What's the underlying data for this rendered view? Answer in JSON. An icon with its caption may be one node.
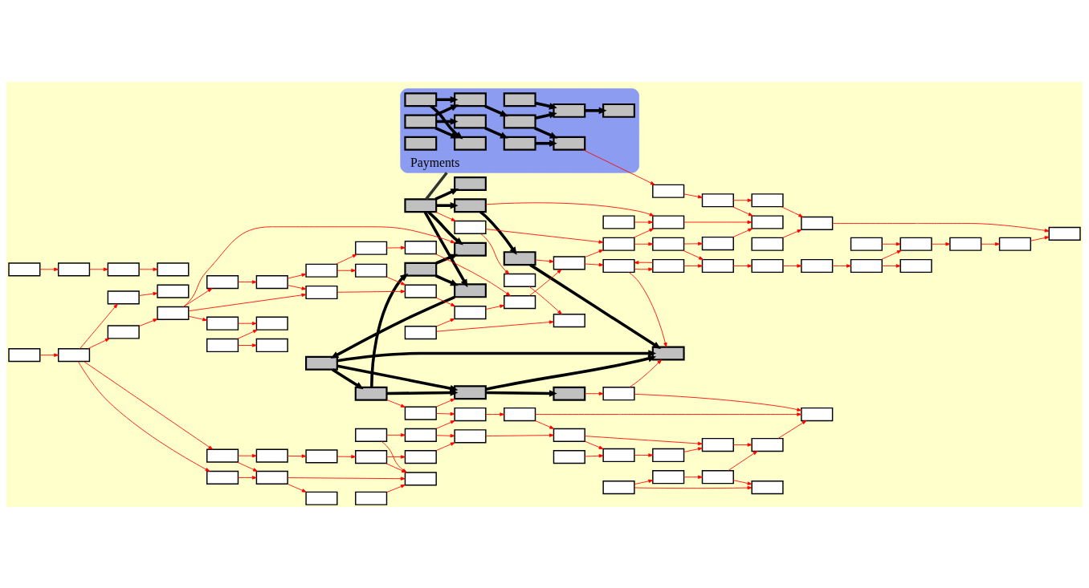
{
  "diagram": {
    "nodes": [
      {
        "text": [
          "Payments"
        ]
      },
      {
        "text": [],
        "shape": "box",
        "in": 0
      },
      {
        "text": [],
        "shape": "box",
        "in": 0
      },
      {
        "text": [],
        "shape": "box",
        "in": 0
      },
      {
        "text": [],
        "shape": "box",
        "in": 0
      },
      {
        "text": [],
        "shape": "box",
        "in": 0
      },
      {
        "text": [],
        "shape": "box",
        "in": 0
      },
      {
        "text": [],
        "shape": "box",
        "in": 0
      },
      {
        "text": [],
        "shape": "box",
        "in": 0
      },
      {
        "text": [],
        "shape": "box",
        "in": 0
      },
      {
        "text": [],
        "shape": "box",
        "in": 0
      },
      {
        "text": [],
        "shape": "box",
        "in": 0
      },
      {
        "text": [],
        "shape": "box",
        "in": 0
      },
      {
        "text": [],
        "shape": "box"
      },
      {
        "text": [],
        "shape": "box"
      },
      {
        "text": [],
        "shape": "box"
      },
      {
        "text": [],
        "shape": "box"
      },
      {
        "text": [],
        "shape": "box"
      },
      {
        "text": [],
        "shape": "box"
      },
      {
        "text": [],
        "shape": "box"
      },
      {
        "text": [],
        "shape": "box"
      },
      {
        "text": [],
        "shape": "box"
      },
      {
        "text": [],
        "shape": "box"
      },
      {
        "text": [],
        "shape": "box"
      },
      {
        "text": [],
        "shape": "box"
      },
      {
        "text": [],
        "shape": "box"
      },
      {
        "text": [],
        "shape": "box"
      },
      {
        "text": [],
        "shape": "box"
      },
      {
        "text": [],
        "shape": "box"
      },
      {
        "text": [],
        "shape": "box"
      },
      {
        "text": [],
        "shape": "box"
      },
      {
        "text": [],
        "shape": "box"
      },
      {
        "text": [],
        "shape": "box"
      },
      {
        "text": [],
        "shape": "box"
      },
      {
        "text": [],
        "shape": "box"
      },
      {
        "text": [],
        "shape": "box"
      },
      {
        "text": [],
        "shape": "box"
      },
      {
        "text": [],
        "shape": "box"
      },
      {
        "text": [],
        "shape": "box"
      },
      {
        "text": [],
        "shape": "box"
      },
      {
        "text": [],
        "shape": "box"
      },
      {
        "text": [],
        "shape": "box"
      },
      {
        "text": [],
        "shape": "box"
      },
      {
        "text": [],
        "shape": "box"
      },
      {
        "text": [],
        "shape": "box"
      },
      {
        "text": [],
        "shape": "box"
      },
      {
        "text": [],
        "shape": "box"
      },
      {
        "text": [],
        "shape": "box"
      },
      {
        "text": [],
        "shape": "box"
      },
      {
        "text": [],
        "shape": "box"
      },
      {
        "text": [],
        "shape": "box"
      },
      {
        "text": [],
        "shape": "box"
      },
      {
        "text": [],
        "shape": "box"
      },
      {
        "text": [],
        "shape": "box"
      },
      {
        "text": [],
        "shape": "box"
      },
      {
        "text": [],
        "shape": "box"
      },
      {
        "text": [],
        "shape": "box"
      },
      {
        "text": [],
        "shape": "box"
      },
      {
        "text": [],
        "shape": "box"
      },
      {
        "text": [],
        "shape": "box"
      },
      {
        "text": [],
        "shape": "box"
      },
      {
        "text": [],
        "shape": "box"
      },
      {
        "text": [],
        "shape": "box"
      },
      {
        "text": [],
        "shape": "box"
      },
      {
        "text": [],
        "shape": "box"
      },
      {
        "text": [],
        "shape": "box"
      },
      {
        "text": [],
        "shape": "box"
      },
      {
        "text": [],
        "shape": "box"
      },
      {
        "text": [],
        "shape": "box"
      },
      {
        "text": [],
        "shape": "box"
      },
      {
        "text": [],
        "shape": "box"
      },
      {
        "text": [],
        "shape": "box"
      },
      {
        "text": [],
        "shape": "box"
      },
      {
        "text": [],
        "shape": "box"
      },
      {
        "text": [],
        "shape": "box"
      },
      {
        "text": [],
        "shape": "box"
      },
      {
        "text": [],
        "shape": "box"
      },
      {
        "text": [],
        "shape": "box"
      },
      {
        "text": [],
        "shape": "box"
      },
      {
        "text": [],
        "shape": "box"
      },
      {
        "text": [],
        "shape": "box"
      },
      {
        "text": [],
        "shape": "box"
      },
      {
        "text": [],
        "shape": "box"
      },
      {
        "text": [],
        "shape": "box"
      },
      {
        "text": [],
        "shape": "box"
      },
      {
        "text": [],
        "shape": "box"
      },
      {
        "text": [],
        "shape": "box"
      },
      {
        "text": [],
        "shape": "box"
      },
      {
        "text": [],
        "shape": "box"
      },
      {
        "text": [],
        "shape": "box"
      },
      {
        "text": [],
        "shape": "box"
      },
      {
        "text": [],
        "shape": "box"
      },
      {
        "text": [],
        "shape": "box"
      },
      {
        "text": [],
        "shape": "box"
      },
      {
        "text": [],
        "shape": "box"
      },
      {
        "text": [],
        "shape": "box"
      },
      {
        "text": [],
        "shape": "box"
      },
      {
        "text": [],
        "shape": "box"
      },
      {
        "text": [],
        "shape": "box"
      },
      {
        "text": [],
        "shape": "box"
      },
      {
        "text": [],
        "shape": "box"
      },
      {
        "text": [],
        "shape": "box"
      },
      {
        "text": [],
        "shape": "box"
      },
      {
        "text": [],
        "shape": "box"
      },
      {
        "text": [],
        "shape": "box"
      }
    ],
    "edges": [
      {
        "from": 2,
        "to": 1,
        "arrow": "to",
        "style": "thick",
        "color": "#000000"
      },
      {
        "from": 3,
        "to": 1,
        "arrow": "to",
        "style": "thick",
        "color": "#000000"
      },
      {
        "from": 2,
        "to": 4,
        "arrow": "to",
        "style": "thick",
        "color": "#000000"
      },
      {
        "from": 3,
        "to": 4,
        "arrow": "to",
        "style": "thick",
        "color": "#000000"
      },
      {
        "from": 2,
        "to": 5,
        "arrow": "to",
        "style": "thick",
        "color": "#000000"
      },
      {
        "from": 4,
        "to": 8,
        "arrow": "to",
        "style": "thick",
        "color": "#000000"
      },
      {
        "from": 5,
        "to": 9,
        "arrow": "to",
        "style": "thick",
        "color": "#000000"
      },
      {
        "from": 7,
        "to": 10,
        "arrow": "to",
        "style": "thick",
        "color": "#000000"
      },
      {
        "from": 8,
        "to": 10,
        "arrow": "to",
        "style": "thick",
        "color": "#000000"
      },
      {
        "from": 10,
        "to": 11,
        "arrow": "to",
        "style": "thick",
        "color": "#000000"
      },
      {
        "from": 8,
        "to": 12,
        "arrow": "to",
        "style": "thick",
        "color": "#000000"
      },
      {
        "from": 9,
        "to": 12,
        "arrow": "to",
        "style": "thick",
        "color": "#000000"
      },
      {
        "from": 14,
        "to": 13,
        "arrow": "to",
        "style": "thick",
        "color": "#000000"
      },
      {
        "from": 15,
        "to": 13,
        "arrow": "to",
        "style": "thick",
        "color": "#000000"
      },
      {
        "from": 15,
        "to": 16,
        "arrow": "to",
        "style": "thick",
        "color": "#000000"
      },
      {
        "from": 14,
        "to": 16,
        "arrow": "to",
        "style": "thick",
        "color": "#000000"
      },
      {
        "from": 14,
        "to": 17,
        "arrow": "to",
        "style": "thick",
        "color": "#000000"
      },
      {
        "from": 14,
        "to": 18,
        "arrow": "to",
        "style": "thick",
        "color": "#000000"
      },
      {
        "from": 16,
        "to": 20,
        "arrow": "to",
        "style": "thick",
        "color": "#000000"
      },
      {
        "from": 20,
        "to": 19,
        "arrow": "to",
        "style": "thick",
        "color": "#000000"
      },
      {
        "from": 19,
        "to": 15,
        "arrow": "to",
        "style": "thick",
        "color": "#000000"
      },
      {
        "from": 20,
        "to": 22,
        "arrow": "to",
        "style": "thick",
        "color": "#000000"
      },
      {
        "from": 19,
        "to": 22,
        "arrow": "to",
        "style": "thick",
        "color": "#000000"
      },
      {
        "from": 22,
        "to": 23,
        "arrow": "to",
        "style": "thick",
        "color": "#000000"
      },
      {
        "from": 22,
        "to": 24,
        "arrow": "to",
        "style": "thick",
        "color": "#000000"
      },
      {
        "from": 20,
        "to": 24,
        "arrow": "to",
        "style": "thick",
        "color": "#000000"
      },
      {
        "from": 17,
        "to": 21,
        "arrow": "to",
        "style": "thick",
        "color": "#000000"
      },
      {
        "from": 21,
        "to": 24,
        "arrow": "to",
        "style": "thick",
        "color": "#000000"
      },
      {
        "from": 14,
        "to": 0,
        "arrow": "none",
        "style": "thick",
        "color": "#333333"
      },
      {
        "from": 26,
        "to": 27,
        "arrow": "to"
      },
      {
        "from": 27,
        "to": 30,
        "arrow": "to"
      },
      {
        "from": 27,
        "to": 36,
        "arrow": "to"
      },
      {
        "from": 27,
        "to": 32,
        "arrow": "to"
      },
      {
        "from": 32,
        "to": 43,
        "arrow": "to"
      },
      {
        "from": 43,
        "to": 45,
        "arrow": "to"
      },
      {
        "from": 43,
        "to": 50,
        "arrow": "to"
      },
      {
        "from": 36,
        "to": 43,
        "arrow": "to"
      },
      {
        "from": 27,
        "to": 37,
        "arrow": "to"
      },
      {
        "from": 30,
        "to": 38,
        "arrow": "to"
      },
      {
        "from": 25,
        "to": 29,
        "arrow": "to"
      },
      {
        "from": 38,
        "to": 25,
        "arrow": "to"
      },
      {
        "from": 29,
        "to": 39,
        "arrow": "to"
      },
      {
        "from": 38,
        "to": 39,
        "arrow": "to"
      },
      {
        "from": 28,
        "to": 33,
        "arrow": "to"
      },
      {
        "from": 33,
        "to": 40,
        "arrow": "to"
      },
      {
        "from": 28,
        "to": 31,
        "arrow": "to"
      },
      {
        "from": 29,
        "to": 28,
        "arrow": "to"
      },
      {
        "from": 39,
        "to": 40,
        "arrow": "to"
      },
      {
        "from": 40,
        "to": 41,
        "arrow": "to"
      },
      {
        "from": 34,
        "to": 41,
        "arrow": "to"
      },
      {
        "from": 31,
        "to": 35,
        "arrow": "to"
      },
      {
        "from": 38,
        "to": 13,
        "arrow": "to"
      },
      {
        "from": 44,
        "to": 58,
        "arrow": "to"
      },
      {
        "from": 38,
        "to": 44,
        "arrow": "to"
      },
      {
        "from": 36,
        "to": 46,
        "arrow": "to"
      },
      {
        "from": 46,
        "to": 51,
        "arrow": "to"
      },
      {
        "from": 37,
        "to": 47,
        "arrow": "to"
      },
      {
        "from": 51,
        "to": 57,
        "arrow": "to"
      },
      {
        "from": 56,
        "to": 50,
        "arrow": "to"
      },
      {
        "from": 57,
        "to": 50,
        "arrow": "to"
      },
      {
        "from": 64,
        "to": 58,
        "arrow": "to"
      },
      {
        "from": 64,
        "to": 71,
        "arrow": "to"
      },
      {
        "from": 63,
        "to": 50,
        "arrow": "to"
      },
      {
        "from": 63,
        "to": 74,
        "arrow": "to"
      },
      {
        "from": 74,
        "to": 80,
        "arrow": "to"
      },
      {
        "from": 68,
        "to": 80,
        "arrow": "to"
      },
      {
        "from": 57,
        "to": 68,
        "arrow": "to"
      },
      {
        "from": 80,
        "to": 88,
        "arrow": "to"
      },
      {
        "from": 86,
        "to": 94,
        "arrow": "to"
      },
      {
        "from": 94,
        "to": 99,
        "arrow": "to"
      },
      {
        "from": 99,
        "to": 98,
        "arrow": "to"
      },
      {
        "from": 98,
        "to": 100,
        "arrow": "to"
      },
      {
        "from": 88,
        "to": 94,
        "arrow": "to"
      },
      {
        "from": 88,
        "to": 98,
        "arrow": "to"
      },
      {
        "from": 85,
        "to": 88,
        "arrow": "to"
      },
      {
        "from": 85,
        "to": 89,
        "arrow": "to"
      },
      {
        "from": 77,
        "to": 85,
        "arrow": "to"
      },
      {
        "from": 65,
        "to": 77,
        "arrow": "to"
      },
      {
        "from": 74,
        "to": 77,
        "arrow": "to"
      },
      {
        "from": 65,
        "to": 22,
        "arrow": "to"
      },
      {
        "from": 19,
        "to": 65,
        "arrow": "to"
      },
      {
        "from": 23,
        "to": 79,
        "arrow": "to"
      },
      {
        "from": 79,
        "to": 89,
        "arrow": "to"
      },
      {
        "from": 100,
        "to": 89,
        "arrow": "to"
      },
      {
        "from": 101,
        "to": 100,
        "arrow": "to"
      },
      {
        "from": 93,
        "to": 101,
        "arrow": "to"
      },
      {
        "from": 101,
        "to": 91,
        "arrow": "to"
      },
      {
        "from": 83,
        "to": 93,
        "arrow": "to"
      },
      {
        "from": 83,
        "to": 91,
        "arrow": "to"
      },
      {
        "from": 79,
        "to": 24,
        "arrow": "to"
      },
      {
        "from": 69,
        "to": 24,
        "arrow": "to"
      },
      {
        "from": 69,
        "to": 78,
        "arrow": "to"
      },
      {
        "from": 78,
        "to": 69,
        "arrow": "to"
      },
      {
        "from": 60,
        "to": 69,
        "arrow": "to"
      },
      {
        "from": 21,
        "to": 60,
        "arrow": "to"
      },
      {
        "from": 17,
        "to": 61,
        "arrow": "to"
      },
      {
        "from": 14,
        "to": 48,
        "arrow": "to"
      },
      {
        "from": 48,
        "to": 49,
        "arrow": "to"
      },
      {
        "from": 49,
        "to": 52,
        "arrow": "to"
      },
      {
        "from": 41,
        "to": 42,
        "arrow": "to"
      },
      {
        "from": 35,
        "to": 42,
        "arrow": "to"
      },
      {
        "from": 48,
        "to": 70,
        "arrow": "to"
      },
      {
        "from": 70,
        "to": 61,
        "arrow": "to"
      },
      {
        "from": 61,
        "to": 66,
        "arrow": "to"
      },
      {
        "from": 72,
        "to": 66,
        "arrow": "to"
      },
      {
        "from": 53,
        "to": 61,
        "arrow": "to"
      },
      {
        "from": 59,
        "to": 66,
        "arrow": "to"
      },
      {
        "from": 54,
        "to": 59,
        "arrow": "to"
      },
      {
        "from": 12,
        "to": 54,
        "arrow": "to"
      },
      {
        "from": 55,
        "to": 62,
        "arrow": "to"
      },
      {
        "from": 62,
        "to": 67,
        "arrow": "to"
      },
      {
        "from": 67,
        "to": 73,
        "arrow": "to"
      },
      {
        "from": 59,
        "to": 75,
        "arrow": "to"
      },
      {
        "from": 75,
        "to": 87,
        "arrow": "to"
      },
      {
        "from": 82,
        "to": 87,
        "arrow": "to"
      },
      {
        "from": 87,
        "to": 104,
        "arrow": "to"
      },
      {
        "from": 95,
        "to": 104,
        "arrow": "to"
      },
      {
        "from": 103,
        "to": 95,
        "arrow": "to"
      },
      {
        "from": 81,
        "to": 97,
        "arrow": "to"
      },
      {
        "from": 97,
        "to": 103,
        "arrow": "to"
      },
      {
        "from": 102,
        "to": 97,
        "arrow": "to"
      },
      {
        "from": 102,
        "to": 90,
        "arrow": "to"
      },
      {
        "from": 96,
        "to": 102,
        "arrow": "to"
      },
      {
        "from": 92,
        "to": 96,
        "arrow": "to"
      },
      {
        "from": 84,
        "to": 92,
        "arrow": "to"
      },
      {
        "from": 76,
        "to": 84,
        "arrow": "to"
      },
      {
        "from": 78,
        "to": 84,
        "arrow": "to"
      },
      {
        "from": 70,
        "to": 76,
        "arrow": "to"
      },
      {
        "from": 76,
        "to": 72,
        "arrow": "to"
      },
      {
        "from": 60,
        "to": 70,
        "arrow": "to"
      },
      {
        "from": 42,
        "to": 60,
        "arrow": "to"
      },
      {
        "from": 34,
        "to": 52,
        "arrow": "to"
      }
    ]
  }
}
